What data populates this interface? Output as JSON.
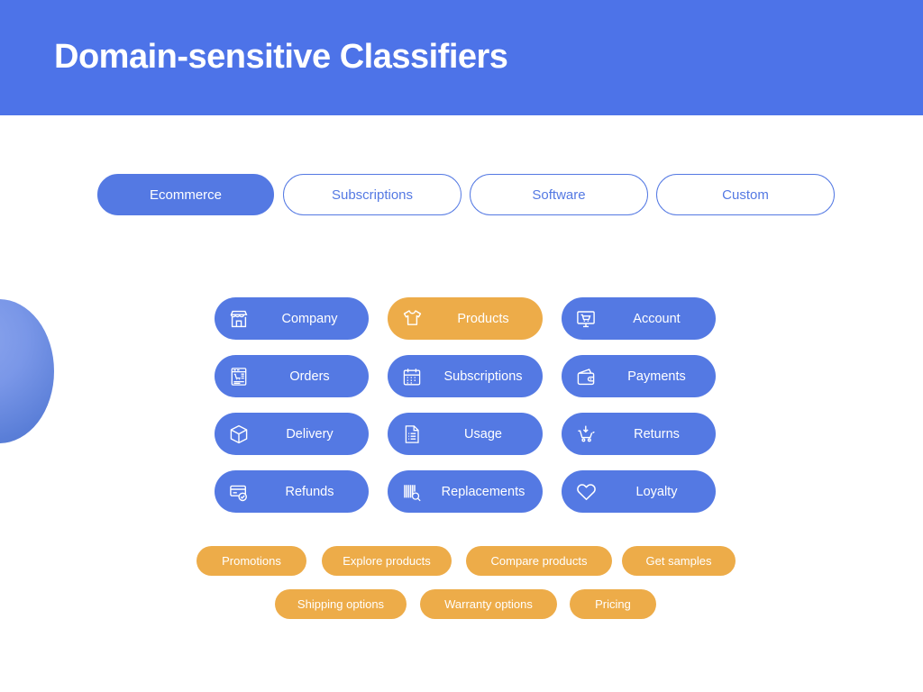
{
  "header": {
    "title": "Domain-sensitive Classifiers",
    "background_color": "#4d73e8",
    "title_color": "#ffffff"
  },
  "theme": {
    "blue": "#5479e3",
    "orange": "#edac49",
    "page_background": "#ffffff",
    "sphere_color": "#7a97e8"
  },
  "tabs": {
    "items": [
      {
        "label": "Ecommerce",
        "state": "active"
      },
      {
        "label": "Subscriptions",
        "state": "idle"
      },
      {
        "label": "Software",
        "state": "idle"
      },
      {
        "label": "Custom",
        "state": "idle"
      }
    ]
  },
  "categories": {
    "items": [
      {
        "label": "Company",
        "icon": "storefront-icon",
        "state": "idle"
      },
      {
        "label": "Products",
        "icon": "tshirt-icon",
        "state": "active"
      },
      {
        "label": "Account",
        "icon": "monitor-cart-icon",
        "state": "idle"
      },
      {
        "label": "Orders",
        "icon": "invoice-cart-icon",
        "state": "idle"
      },
      {
        "label": "Subscriptions",
        "icon": "calendar-icon",
        "state": "idle"
      },
      {
        "label": "Payments",
        "icon": "wallet-icon",
        "state": "idle"
      },
      {
        "label": "Delivery",
        "icon": "box-icon",
        "state": "idle"
      },
      {
        "label": "Usage",
        "icon": "document-list-icon",
        "state": "idle"
      },
      {
        "label": "Returns",
        "icon": "cart-return-icon",
        "state": "idle"
      },
      {
        "label": "Refunds",
        "icon": "card-check-icon",
        "state": "idle"
      },
      {
        "label": "Replacements",
        "icon": "barcode-search-icon",
        "state": "idle"
      },
      {
        "label": "Loyalty",
        "icon": "heart-icon",
        "state": "idle"
      }
    ]
  },
  "tags": {
    "items": [
      {
        "label": "Promotions"
      },
      {
        "label": "Explore products"
      },
      {
        "label": "Compare products"
      },
      {
        "label": "Get samples"
      },
      {
        "label": "Shipping options"
      },
      {
        "label": "Warranty options"
      },
      {
        "label": "Pricing"
      }
    ]
  }
}
